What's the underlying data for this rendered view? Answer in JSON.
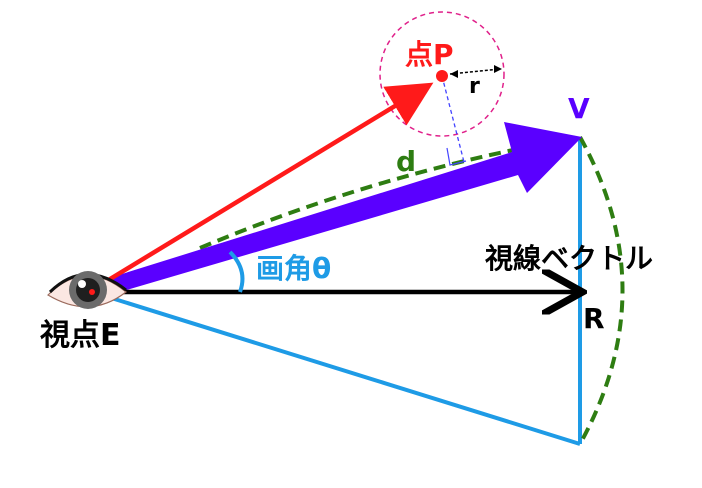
{
  "labels": {
    "point_p": "点P",
    "radius": "r",
    "vertex_v": "V",
    "distance_d": "d",
    "gaze_vector": "視線ベクトル",
    "view_angle": "画角θ",
    "radius_r": "R",
    "viewpoint_e": "視点E"
  },
  "colors": {
    "point_p": "#ff1a1a",
    "radius": "#000000",
    "vertex_v": "#5a00ff",
    "distance_d": "#2e7d12",
    "gaze_vector": "#000000",
    "view_angle": "#1e9be6",
    "radius_r": "#000000",
    "viewpoint_e": "#000000",
    "arrow_to_p": "#ff1a1a",
    "arrow_to_v": "#5a00ff",
    "frustum_edge": "#1e9be6",
    "arc_dashed": "#2e7d12",
    "sphere_outline": "#e0208a",
    "projection_dashed": "#4444ff"
  },
  "icons": {
    "eye": "eye-icon"
  }
}
